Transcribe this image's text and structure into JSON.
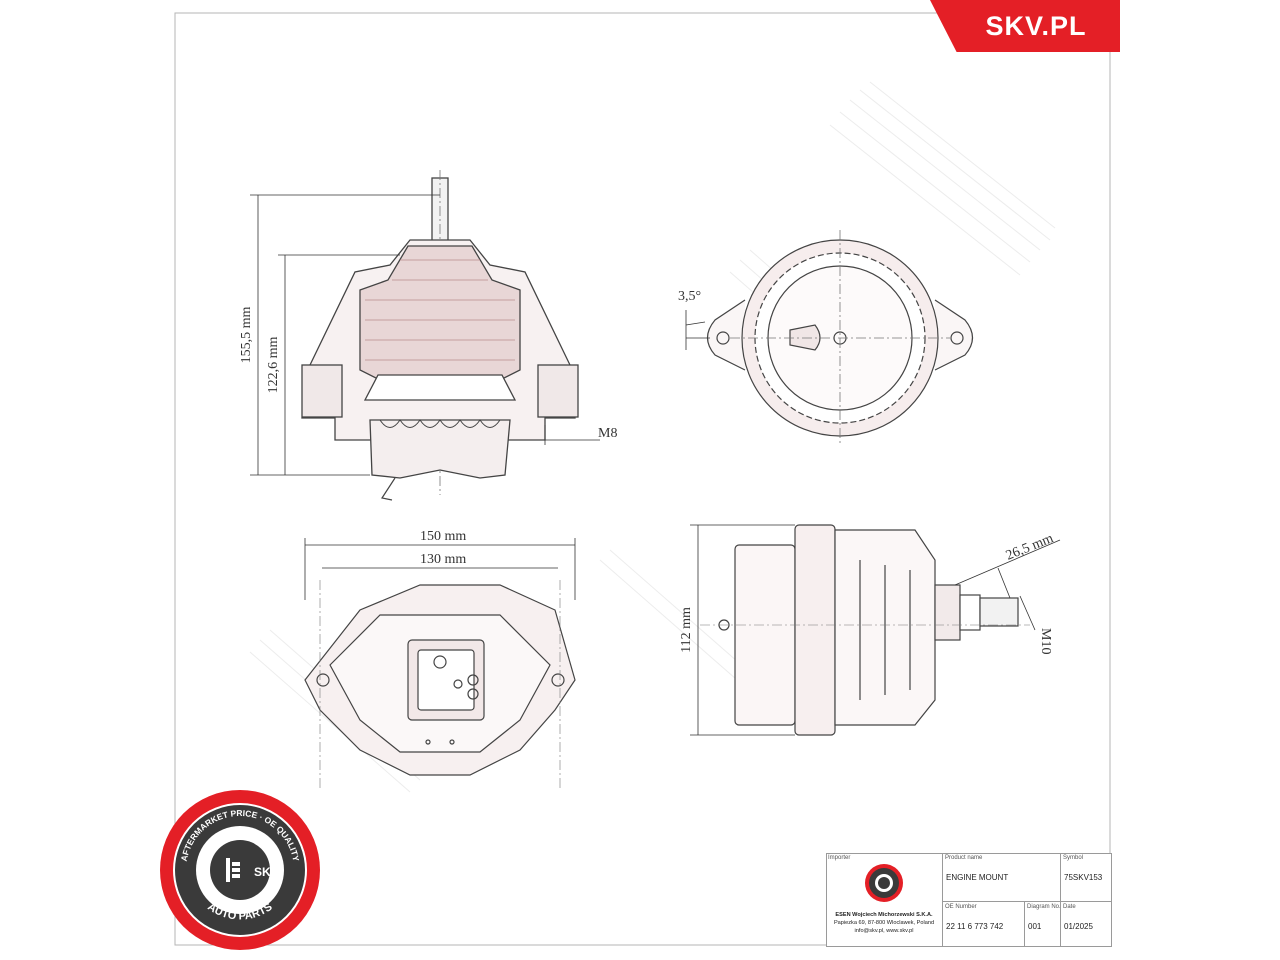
{
  "brand": {
    "logo_text": "SKV.PL",
    "accent_color": "#e41f26"
  },
  "badge": {
    "ring_text_top": "AFTERMARKET PRICE · OE QUALITY",
    "ring_text_bottom": "AUTO PARTS",
    "center_text": "SKV"
  },
  "dimensions": {
    "total_height": "155,5 mm",
    "body_height": "122,6 mm",
    "thread_bottom": "M8",
    "angle": "3,5°",
    "width_outer": "150 mm",
    "width_inner": "130 mm",
    "side_height": "112 mm",
    "stud_length": "26,5 mm",
    "stud_thread": "M10"
  },
  "title_block": {
    "importer_label": "Importer",
    "importer_name": "ESEN Wojciech Michorzewski S.K.A.",
    "importer_address": "Papiezka 69, 87-800 Wloclawek, Poland",
    "importer_contact": "info@skv.pl, www.skv.pl",
    "product_name_label": "Product name",
    "product_name": "ENGINE MOUNT",
    "symbol_label": "Symbol",
    "symbol": "75SKV153",
    "oe_label": "OE Number",
    "oe_number": "22 11 6 773 742",
    "diagram_label": "Diagram No.",
    "diagram_no": "001",
    "date_label": "Date",
    "date": "01/2025"
  }
}
